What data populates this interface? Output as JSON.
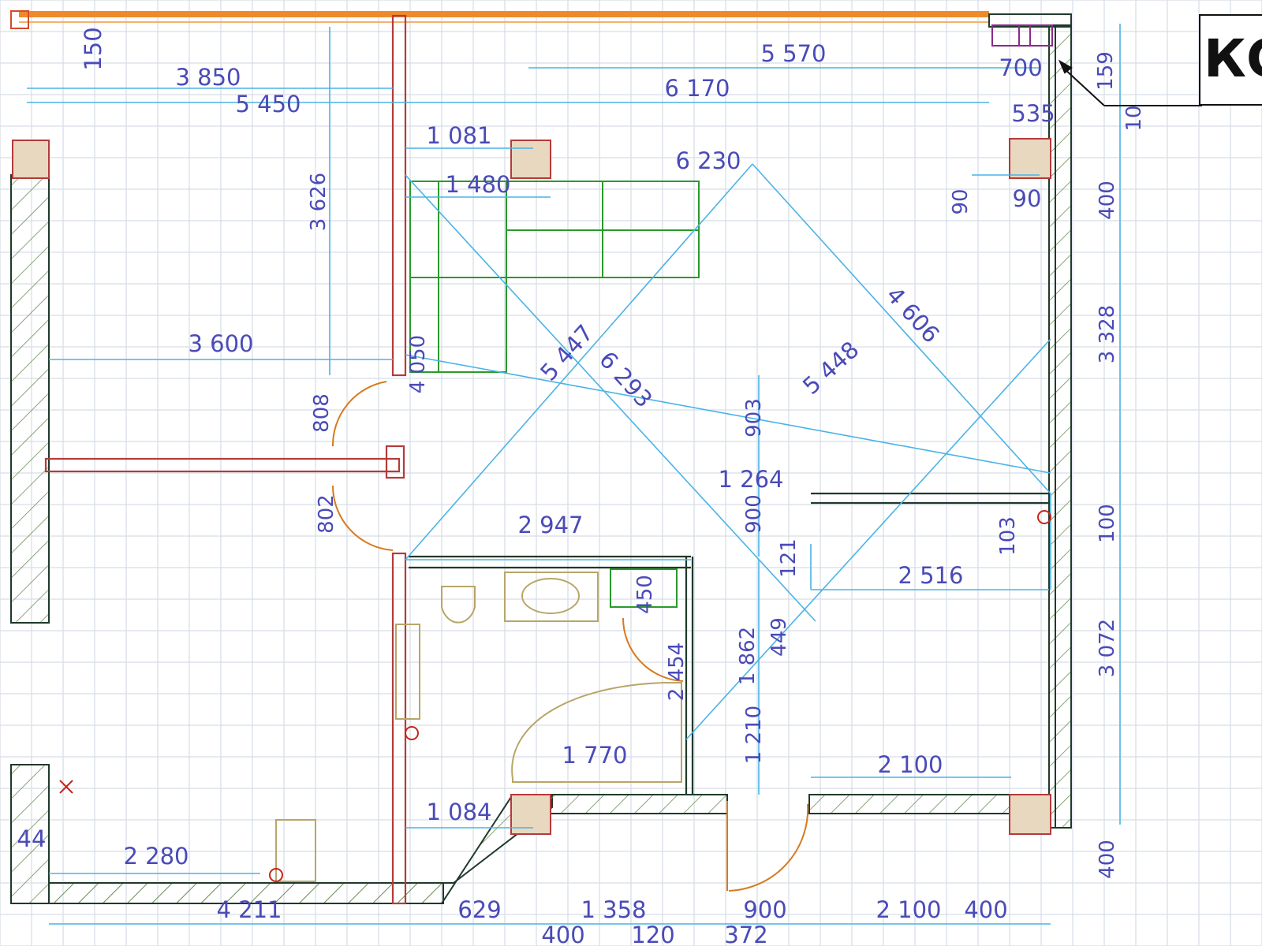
{
  "title_box": {
    "text": "КС"
  },
  "colors": {
    "grid": "#d6dde6",
    "wall": "#1f3a2a",
    "hatch": "#6a8f5a",
    "partition": "#b53a3a",
    "dimension_line": "#4ab3e6",
    "dimension_text": "#4a4ab8",
    "door": "#d67a1e",
    "column": "#e8d8c0",
    "sofa": "#2a9a2a",
    "fixtures": "#b8a668",
    "window_frame": "#ef8a2a"
  },
  "labels": {
    "d150": "150",
    "d3850": "3 850",
    "d5450": "5 450",
    "d5570": "5 570",
    "d700": "700",
    "d6170": "6 170",
    "d159": "159",
    "d535": "535",
    "d10": "10",
    "d1081": "1 081",
    "d6230": "6 230",
    "d1480": "1 480",
    "d3626": "3 626",
    "d90a": "90",
    "d90b": "90",
    "d400a": "400",
    "d3328": "3 328",
    "d4606": "4 606",
    "d3600": "3 600",
    "d4050": "4 050",
    "d5447": "5 447",
    "d6293": "6 293",
    "d5448": "5 448",
    "d808": "808",
    "d903": "903",
    "d1264": "1 264",
    "d802": "802",
    "d900a": "900",
    "d2947": "2 947",
    "d103": "103",
    "d100": "100",
    "d121": "121",
    "d2516": "2 516",
    "d450": "450",
    "d449": "449",
    "d3072": "3 072",
    "d2454": "2 454",
    "d1862": "1 862",
    "d1210": "1 210",
    "d1770": "1 770",
    "d2100a": "2 100",
    "d1084": "1 084",
    "d44": "44",
    "d2280": "2 280",
    "d400b": "400",
    "d4211": "4 211",
    "d629": "629",
    "d1358": "1 358",
    "d900b": "900",
    "d2100b": "2 100",
    "d400c": "400",
    "d400d": "400",
    "d120": "120",
    "d372": "372"
  }
}
